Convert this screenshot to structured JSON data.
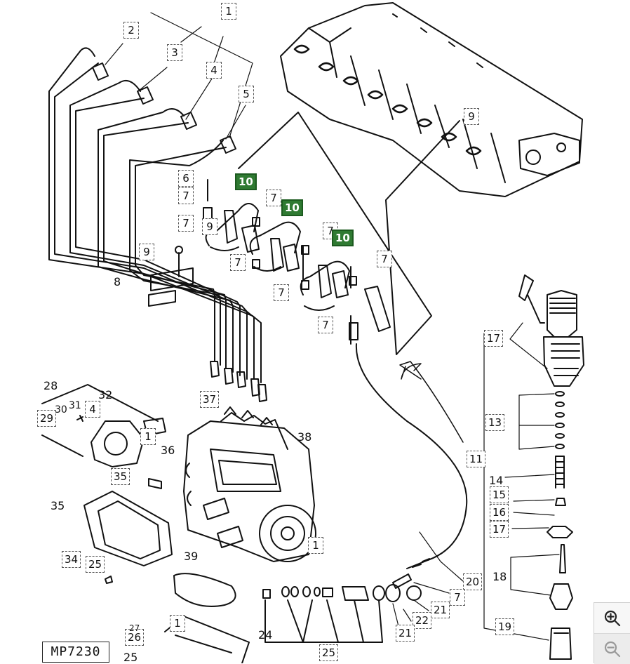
{
  "diagram": {
    "reference_code": "MP7230",
    "callouts": [
      "1",
      "2",
      "3",
      "4",
      "5",
      "6",
      "7",
      "7",
      "7",
      "9",
      "9",
      "7",
      "7",
      "7",
      "7",
      "7",
      "9",
      "1",
      "4",
      "1",
      "35",
      "37",
      "34",
      "25",
      "26",
      "1",
      "29",
      "11",
      "17",
      "13",
      "15",
      "16",
      "17",
      "19",
      "20",
      "7",
      "21",
      "22",
      "21",
      "25"
    ],
    "plain_labels": [
      "8",
      "28",
      "30",
      "31",
      "32",
      "36",
      "38",
      "35",
      "39",
      "14",
      "18",
      "24",
      "25",
      "27"
    ],
    "highlighted_callouts": [
      "10",
      "10",
      "10"
    ]
  },
  "controls": {
    "zoom_in_icon": "zoom-in-icon",
    "zoom_out_icon": "zoom-out-icon"
  },
  "colors": {
    "highlight": "#2f7a32",
    "line": "#111111"
  }
}
